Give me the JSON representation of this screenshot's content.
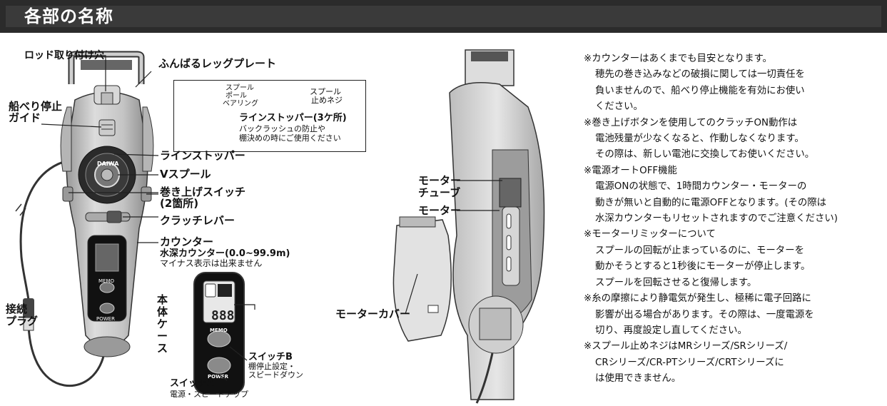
{
  "header": {
    "title": "各部の名称"
  },
  "labels": {
    "rod_hole": "ロッド取り付け穴",
    "leg_plate": "ふんばるレッグプレート",
    "stop_guide_1": "船べり停止",
    "stop_guide_2": "ガイド",
    "line_stopper": "ラインストッパー",
    "v_spool": "Vスプール",
    "winding_switch_1": "巻き上げスイッチ",
    "winding_switch_2": "(2箇所)",
    "clutch_lever": "クラッチレバー",
    "counter": "カウンター",
    "depth_counter": "水深カウンター(0.0~99.9m)",
    "no_minus": "マイナス表示は出来ません",
    "connect_plug_1": "接続",
    "connect_plug_2": "プラグ",
    "body_case": "本体ケース",
    "switch_a": "スイッチA",
    "switch_a_desc": "電源・スピードアップ",
    "switch_b": "スイッチB",
    "switch_b_desc_1": "棚停止設定・",
    "switch_b_desc_2": "スピードダウン",
    "motor_tube_1": "モーター",
    "motor_tube_2": "チューブ",
    "motor": "モーター",
    "motor_cover": "モーターカバー"
  },
  "inset": {
    "spool": "スプール",
    "pole": "ポール",
    "bearing": "ベアリング",
    "screw_1": "スプール",
    "screw_2": "止めネジ",
    "line_stopper_3": "ラインストッパー(3ケ所)",
    "desc_1": "バックラッシュの防止や",
    "desc_2": "棚決めの時にご使用ください"
  },
  "device": {
    "brand": "DAIWA",
    "memo": "MEMO",
    "power": "POWER",
    "display": "888"
  },
  "notes": [
    {
      "text": "※カウンターはあくまでも目安となります。",
      "indent": false
    },
    {
      "text": "穂先の巻き込みなどの破損に関しては一切責任を",
      "indent": true
    },
    {
      "text": "負いませんので、船べり停止機能を有効にお使い",
      "indent": true
    },
    {
      "text": "ください。",
      "indent": true
    },
    {
      "text": "※巻き上げボタンを使用してのクラッチON動作は",
      "indent": false
    },
    {
      "text": "電池残量が少なくなると、作動しなくなります。",
      "indent": true
    },
    {
      "text": "その際は、新しい電池に交換してお使いください。",
      "indent": true
    },
    {
      "text": "※電源オートOFF機能",
      "indent": false
    },
    {
      "text": "電源ONの状態で、1時間カウンター・モーターの",
      "indent": true
    },
    {
      "text": "動きが無いと自動的に電源OFFとなります。(その際は",
      "indent": true
    },
    {
      "text": "水深カウンターもリセットされますのでご注意ください)",
      "indent": true
    },
    {
      "text": "※モーターリミッターについて",
      "indent": false
    },
    {
      "text": "スプールの回転が止まっているのに、モーターを",
      "indent": true
    },
    {
      "text": "動かそうとすると1秒後にモーターが停止します。",
      "indent": true
    },
    {
      "text": "スプールを回転させると復帰します。",
      "indent": true
    },
    {
      "text": "※糸の摩擦により静電気が発生し、極稀に電子回路に",
      "indent": false
    },
    {
      "text": "影響が出る場合があります。その際は、一度電源を",
      "indent": true
    },
    {
      "text": "切り、再度設定し直してください。",
      "indent": true
    },
    {
      "text": "※スプール止めネジはMRシリーズ/SRシリーズ/",
      "indent": false
    },
    {
      "text": "CRシリーズ/CR-PTシリーズ/CRTシリーズに",
      "indent": true
    },
    {
      "text": "は使用できません。",
      "indent": true
    }
  ]
}
